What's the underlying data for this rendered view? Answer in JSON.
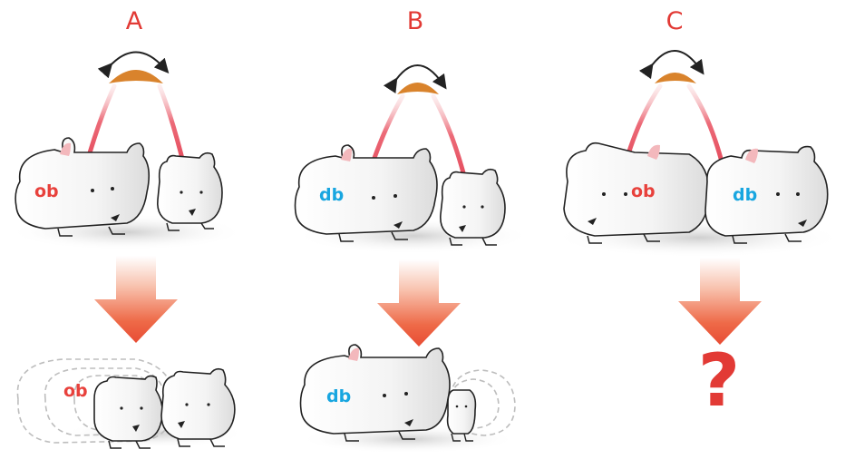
{
  "panels": [
    {
      "letter": "A"
    },
    {
      "letter": "B"
    },
    {
      "letter": "C"
    }
  ],
  "labels": {
    "ob": "ob",
    "db": "db"
  },
  "result_c": "?",
  "colors": {
    "letter": "#e23a35",
    "ob": "#e8413c",
    "db": "#18a6e0",
    "vessel": "#e4485a",
    "brain": "#d9832c",
    "arrow": "#ec5a3c"
  }
}
